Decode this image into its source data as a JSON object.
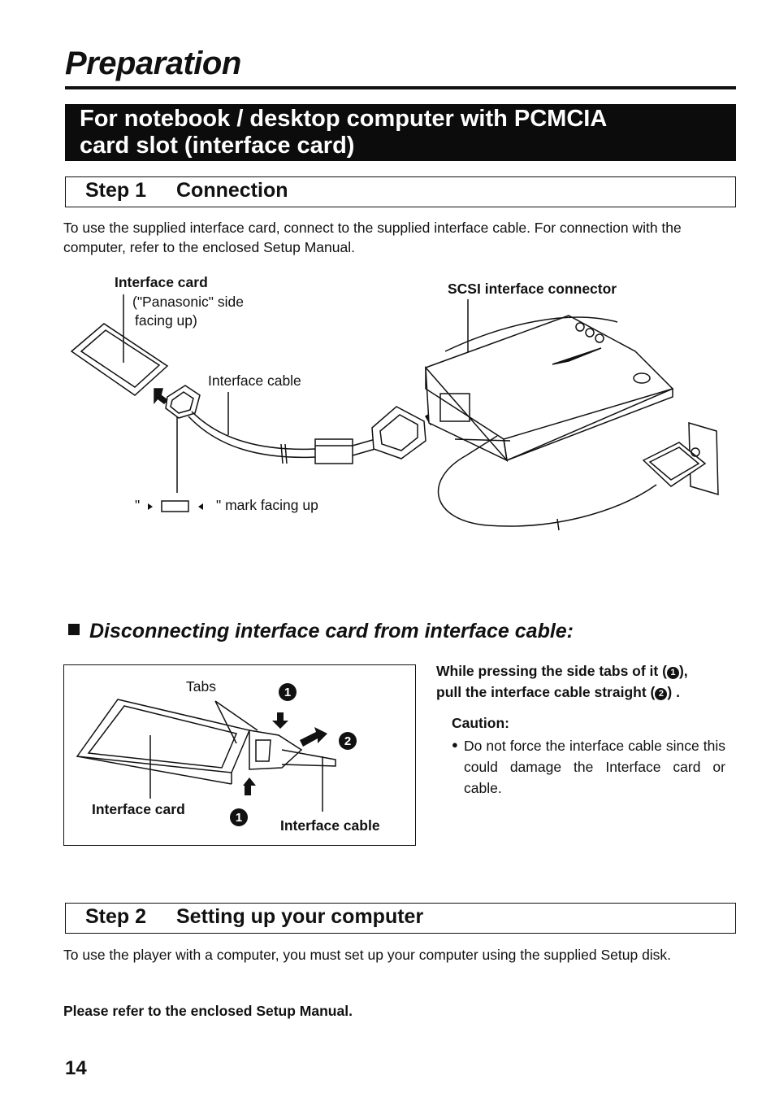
{
  "page_title": "Preparation",
  "banner": {
    "line1": "For notebook / desktop computer with PCMCIA",
    "line2": "card slot (interface card)"
  },
  "step1": {
    "number": "Step 1",
    "title": "Connection",
    "text": "To use the supplied interface card, connect to the supplied interface cable. For connection with the computer, refer to the enclosed Setup Manual."
  },
  "diagram1": {
    "interface_card": "Interface card",
    "panasonic_note_1": "(\"Panasonic\" side",
    "panasonic_note_2": "facing up)",
    "interface_cable": "Interface cable",
    "scsi_connector": "SCSI interface connector",
    "mark_quote_open": "\"",
    "mark_facing_up": "\" mark facing up"
  },
  "disconnect": {
    "heading": "Disconnecting interface card from interface cable:",
    "instruction_1": "While pressing the side tabs of it (",
    "instruction_1_end": "),",
    "instruction_2": "pull the interface cable straight (",
    "instruction_2_end": ") .",
    "step_num_1": "1",
    "step_num_2": "2",
    "caution_label": "Caution:",
    "caution_bullet": "●",
    "caution_text": "Do not force the interface cable since this could damage the Interface card or cable."
  },
  "diagram2": {
    "tabs": "Tabs",
    "interface_card": "Interface card",
    "interface_cable": "Interface cable",
    "num_1": "1",
    "num_2": "2"
  },
  "step2": {
    "number": "Step 2",
    "title": "Setting up your computer",
    "text": "To use the player with a computer, you must set up your computer using the supplied Setup disk.",
    "note": "Please refer to the enclosed Setup Manual."
  },
  "page_number": "14"
}
